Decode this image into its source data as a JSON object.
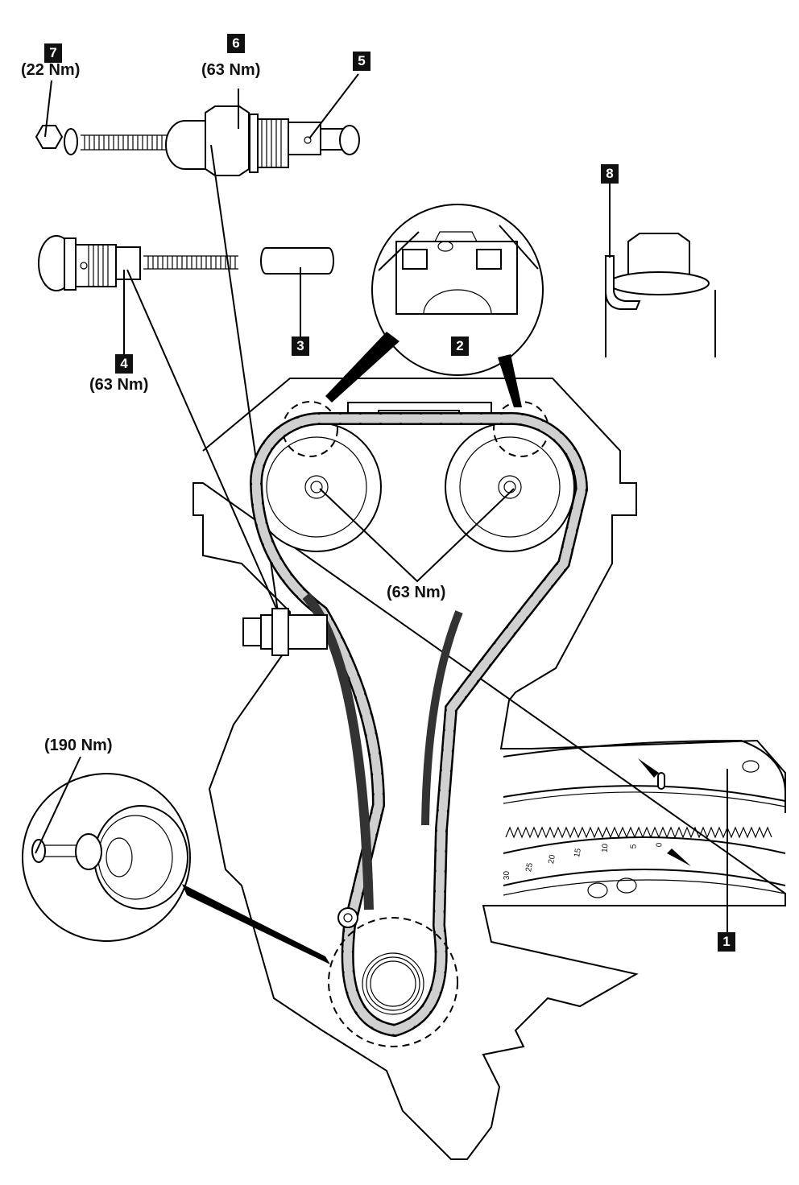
{
  "diagram": {
    "title": "Timing chain assembly",
    "callouts": [
      {
        "id": "1",
        "label": "1"
      },
      {
        "id": "2",
        "label": "2"
      },
      {
        "id": "3",
        "label": "3"
      },
      {
        "id": "4",
        "label": "4",
        "torque": "(63 Nm)"
      },
      {
        "id": "5",
        "label": "5"
      },
      {
        "id": "6",
        "label": "6",
        "torque": "(63 Nm)"
      },
      {
        "id": "7",
        "label": "7",
        "torque": "(22 Nm)"
      },
      {
        "id": "8",
        "label": "8"
      }
    ],
    "camshaft_torque": "(63 Nm)",
    "crank_pulley_torque": "(190 Nm)",
    "timing_scale": [
      "30",
      "25",
      "20",
      "15",
      "10",
      "5",
      "0"
    ],
    "colors": {
      "line": "#000000",
      "chain_link": "#d0d0d0",
      "guide": "#333333",
      "callout_bg": "#111111"
    }
  }
}
